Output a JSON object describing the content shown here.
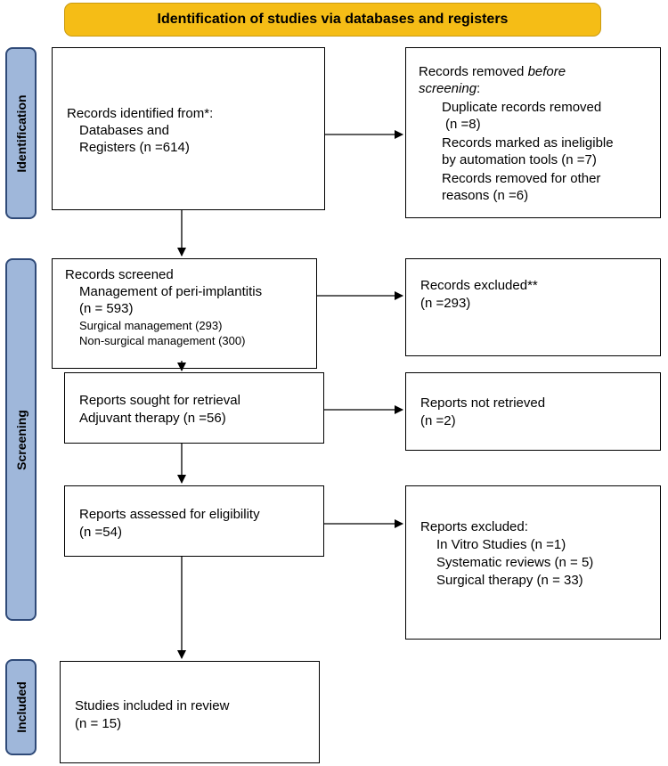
{
  "header": "Identification of studies via databases and registers",
  "phases": {
    "identification": "Identification",
    "screening": "Screening",
    "included": "Included"
  },
  "boxes": {
    "identified": {
      "line1": "Records identified from*:",
      "line2": "Databases and",
      "line3": "Registers (n =614)"
    },
    "removed": {
      "line1": "Records removed ",
      "line1_em": "before",
      "line2_em": "screening",
      "line2_tail": ":",
      "line3": "Duplicate records removed",
      "line4": "(n =8)",
      "line5": "Records marked as ineligible",
      "line6": "by automation tools (n =7)",
      "line7": "Records removed for other",
      "line8": "reasons (n =6)"
    },
    "screened": {
      "line1": "Records screened",
      "line2": "Management of peri-implantitis",
      "line3": "(n = 593)",
      "line4": "Surgical management (293)",
      "line5": "Non-surgical management (300)"
    },
    "excluded": {
      "line1": "Records excluded**",
      "line2": "(n =293)"
    },
    "sought": {
      "line1": "Reports sought for retrieval",
      "line2": "Adjuvant therapy (n =56)"
    },
    "not_retrieved": {
      "line1": "Reports not retrieved",
      "line2": "(n =2)"
    },
    "assessed": {
      "line1": "Reports assessed for eligibility",
      "line2": "(n =54)"
    },
    "reports_excluded": {
      "line1": "Reports excluded:",
      "line2": "In Vitro Studies (n =1)",
      "line3": "Systematic reviews (n = 5)",
      "line4": "Surgical therapy (n = 33)"
    },
    "included": {
      "line1": "Studies included in review",
      "line2": "(n = 15)"
    }
  }
}
